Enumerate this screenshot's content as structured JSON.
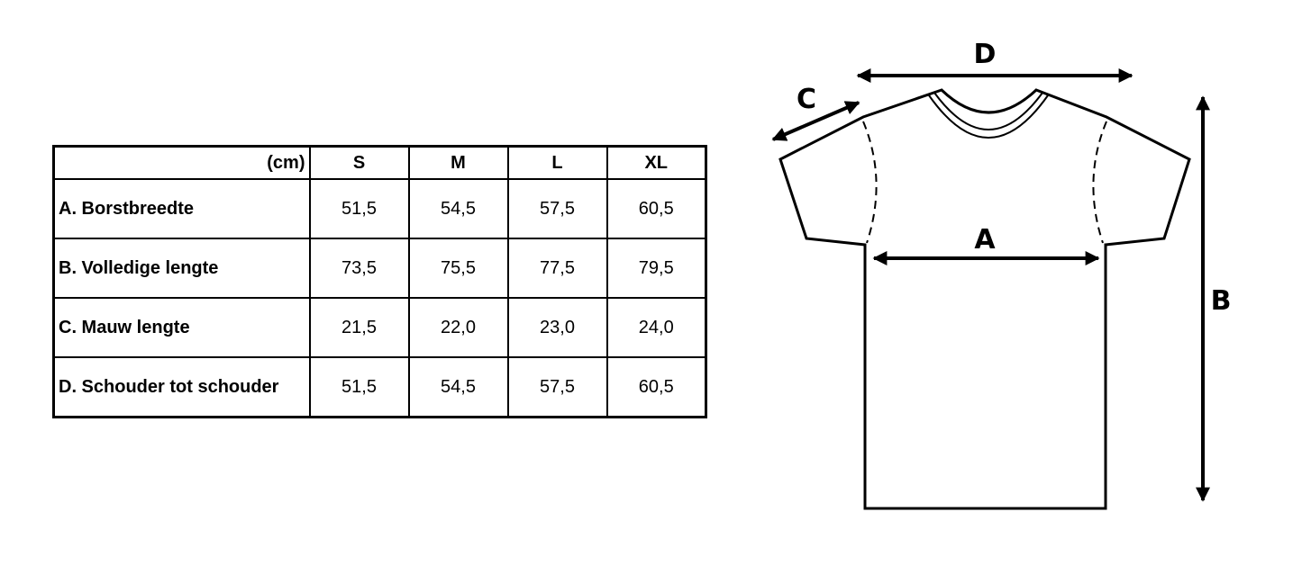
{
  "table": {
    "unit_label": "(cm)",
    "sizes": [
      "S",
      "M",
      "L",
      "XL"
    ],
    "rows": [
      {
        "label": "A. Borstbreedte",
        "values": [
          "51,5",
          "54,5",
          "57,5",
          "60,5"
        ]
      },
      {
        "label": "B. Volledige lengte",
        "values": [
          "73,5",
          "75,5",
          "77,5",
          "79,5"
        ]
      },
      {
        "label": "C. Mauw lengte",
        "values": [
          "21,5",
          "22,0",
          "23,0",
          "24,0"
        ]
      },
      {
        "label": "D. Schouder tot schouder",
        "values": [
          "51,5",
          "54,5",
          "57,5",
          "60,5"
        ]
      }
    ]
  },
  "diagram": {
    "labels": {
      "a": "A",
      "b": "B",
      "c": "C",
      "d": "D"
    }
  }
}
